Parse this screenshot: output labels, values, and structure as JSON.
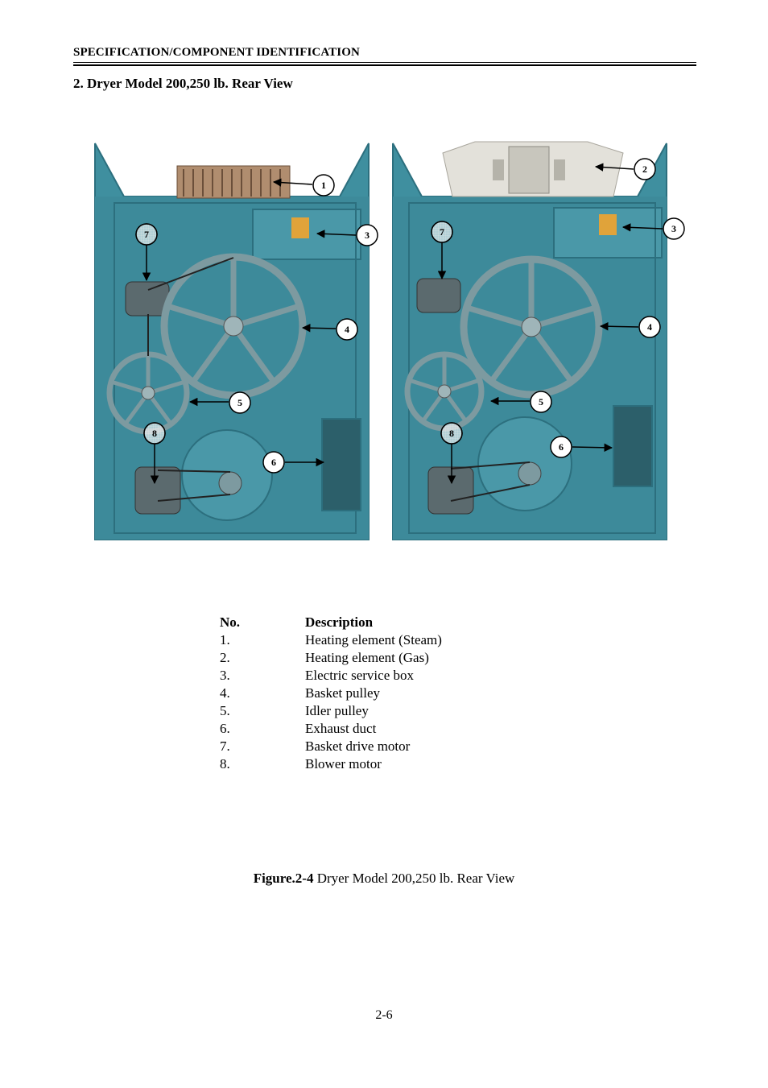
{
  "header": {
    "title": "SPECIFICATION/COMPONENT IDENTIFICATION"
  },
  "section": {
    "title": "2. Dryer Model 200,250 lb. Rear View"
  },
  "figure": {
    "callouts_left": [
      "1",
      "3",
      "7",
      "4",
      "5",
      "8",
      "6"
    ],
    "callouts_right": [
      "2",
      "3",
      "7",
      "4",
      "5",
      "8",
      "6"
    ],
    "colors": {
      "cabinet": "#3f8f9f",
      "cabinet_dark": "#2c6f7e",
      "pulley": "#7d9aa0",
      "motor": "#5b6a6e"
    }
  },
  "legend": {
    "header_no": "No.",
    "header_desc": "Description",
    "items": [
      {
        "no": "1.",
        "desc": "Heating element (Steam)"
      },
      {
        "no": "2.",
        "desc": "Heating element (Gas)"
      },
      {
        "no": "3.",
        "desc": "Electric service box"
      },
      {
        "no": "4.",
        "desc": "Basket pulley"
      },
      {
        "no": "5.",
        "desc": "Idler pulley"
      },
      {
        "no": "6.",
        "desc": "Exhaust duct"
      },
      {
        "no": "7.",
        "desc": "Basket drive motor"
      },
      {
        "no": "8.",
        "desc": "Blower motor"
      }
    ]
  },
  "caption": {
    "label": "Figure.2-4",
    "text": " Dryer Model 200,250 lb. Rear View"
  },
  "page": {
    "number": "2-6"
  }
}
